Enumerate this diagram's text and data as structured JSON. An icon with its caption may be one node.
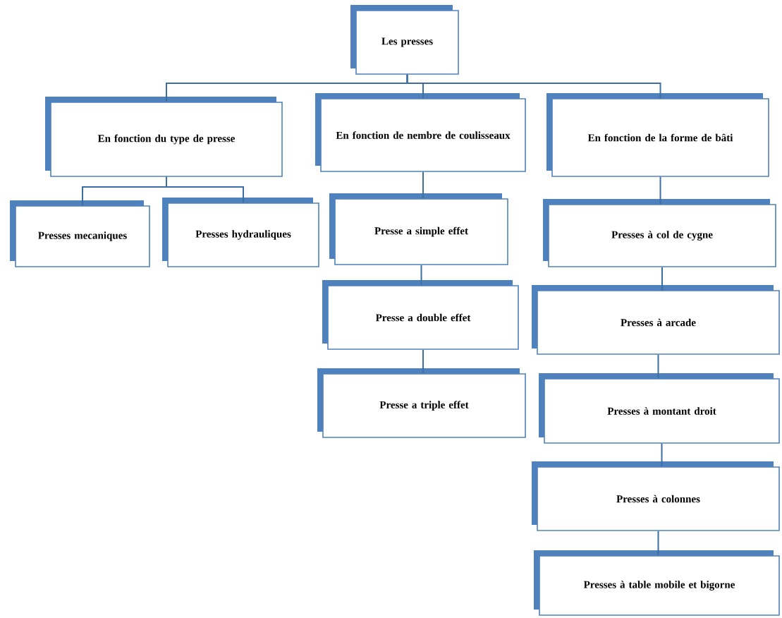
{
  "diagram": {
    "nodes": [
      {
        "text": [
          "Les presses"
        ]
      },
      {
        "text": [
          "En fonction du type de presse"
        ]
      },
      {
        "text": [
          "En fonction de nembre de coulisseaux"
        ]
      },
      {
        "text": [
          "En fonction de la forme de bâti"
        ]
      },
      {
        "text": [
          "Presses mecaniques"
        ]
      },
      {
        "text": [
          "Presses hydrauliques"
        ]
      },
      {
        "text": [
          "Presse a simple effet"
        ]
      },
      {
        "text": [
          "Presse a double effet"
        ]
      },
      {
        "text": [
          "Presse a triple effet"
        ]
      },
      {
        "text": [
          "Presses à col de cygne"
        ]
      },
      {
        "text": [
          "Presses à arcade"
        ]
      },
      {
        "text": [
          "Presses à montant droit"
        ]
      },
      {
        "text": [
          "Presses à colonnes"
        ]
      },
      {
        "text": [
          "Presses à table mobile et bigorne"
        ]
      }
    ],
    "edges": [
      {
        "from": 0,
        "to": 1,
        "arrow": "none"
      },
      {
        "from": 0,
        "to": 2,
        "arrow": "none"
      },
      {
        "from": 0,
        "to": 3,
        "arrow": "none"
      },
      {
        "from": 1,
        "to": 4,
        "arrow": "none"
      },
      {
        "from": 1,
        "to": 5,
        "arrow": "none"
      },
      {
        "from": 2,
        "to": 6,
        "arrow": "none"
      },
      {
        "from": 6,
        "to": 7,
        "arrow": "none"
      },
      {
        "from": 7,
        "to": 8,
        "arrow": "none"
      },
      {
        "from": 3,
        "to": 9,
        "arrow": "none"
      },
      {
        "from": 9,
        "to": 10,
        "arrow": "none"
      },
      {
        "from": 10,
        "to": 11,
        "arrow": "none"
      },
      {
        "from": 11,
        "to": 12,
        "arrow": "none"
      },
      {
        "from": 12,
        "to": 13,
        "arrow": "none"
      }
    ]
  }
}
